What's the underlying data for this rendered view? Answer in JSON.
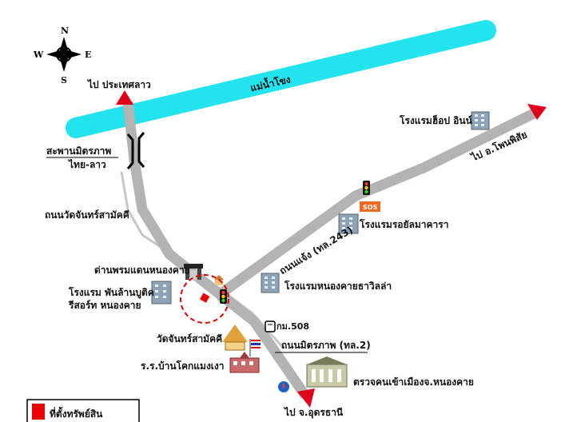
{
  "compass": {
    "n": "N",
    "s": "S",
    "e": "E",
    "w": "W"
  },
  "river": {
    "label": "แม่น้ำโขง"
  },
  "roads": {
    "to_laos": "ไป ประเทศลาว",
    "to_udon": "ไป จ.อุดรธานี",
    "to_phon_phisai": "ไป อ.โพนพิสัย",
    "naeng_jit": "ถนนแจ้ง (ทล.243)",
    "mittraphap": "ถนนมิตรภาพ (ทล.2)",
    "wat_chan": "ถนนวัดจันทร์สามัคคี"
  },
  "bridge": {
    "line1": "สะพานมิตรภาพ",
    "line2": "ไทย-ลาว"
  },
  "places": {
    "hop_inn": "โรงแรมฮ็อป อินน์",
    "royal_mekong": "โรงแรมรอยัลมาคารา",
    "nongkhai_grand": "โรงแรมหนองคายธาวิลล่า",
    "customs": "ด่านพรมแดนหนองคาย",
    "phanlanbutik_l1": "โรงแรม พันล้านบูติค",
    "phanlanbutik_l2": "รีสอร์ท หนองคาย",
    "km": "กม.508",
    "wat_chan_temple": "วัดจันทร์สามัคคี",
    "school": "ร.ร.บ้านโคกแมงเงา",
    "immigration": "ตรวจคนเข้าเมืองจ.หนองคาย"
  },
  "sos_badge": "SOS",
  "legend": {
    "label": "ที่ตั้งทรัพย์สิน"
  },
  "colors": {
    "river": "#22e3ee",
    "road": "#b3b3b3",
    "arrow": "#e0001b",
    "marker": "#ee0000"
  }
}
